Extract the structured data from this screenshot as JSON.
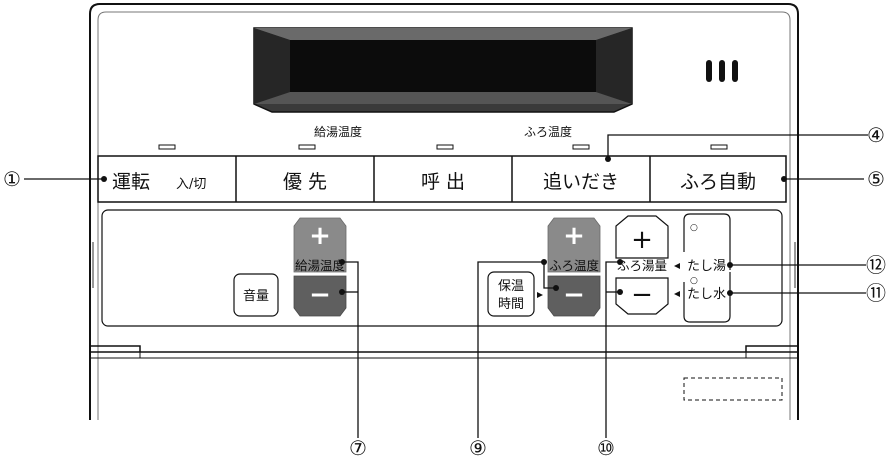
{
  "indicators": {
    "kyuto_label": "給湯温度",
    "furo_label": "ふろ温度"
  },
  "buttons": {
    "unten_main": "運転",
    "unten_sub": "入/切",
    "yusen": "優 先",
    "yobidashi": "呼 出",
    "oidaki": "追いだき",
    "furo_jido": "ふろ自動",
    "onryo": "音量",
    "hoon_line1": "保温",
    "hoon_line2": "時間",
    "plus_symbol": "+",
    "minus_symbol": "−",
    "tashiyu_dot": "○",
    "tashiyu": "たし湯",
    "tashimizu_dot": "○",
    "tashimizu": "たし水"
  },
  "group_labels": {
    "kyuto_ondo": "給湯温度",
    "furo_ondo": "ふろ温度",
    "furo_yuryo": "ふろ湯量"
  },
  "callouts": {
    "c1": "①",
    "c4": "④",
    "c5": "⑤",
    "c7": "⑦",
    "c9": "⑨",
    "c10": "⑩",
    "c11": "⑪",
    "c12": "⑫"
  },
  "colors": {
    "display_dark": "#0c0c0c",
    "display_bevel": "#3a3a3a",
    "button_gray_light": "#8a8a8a",
    "button_gray_dark": "#5f5f5f",
    "line": "#111111"
  }
}
